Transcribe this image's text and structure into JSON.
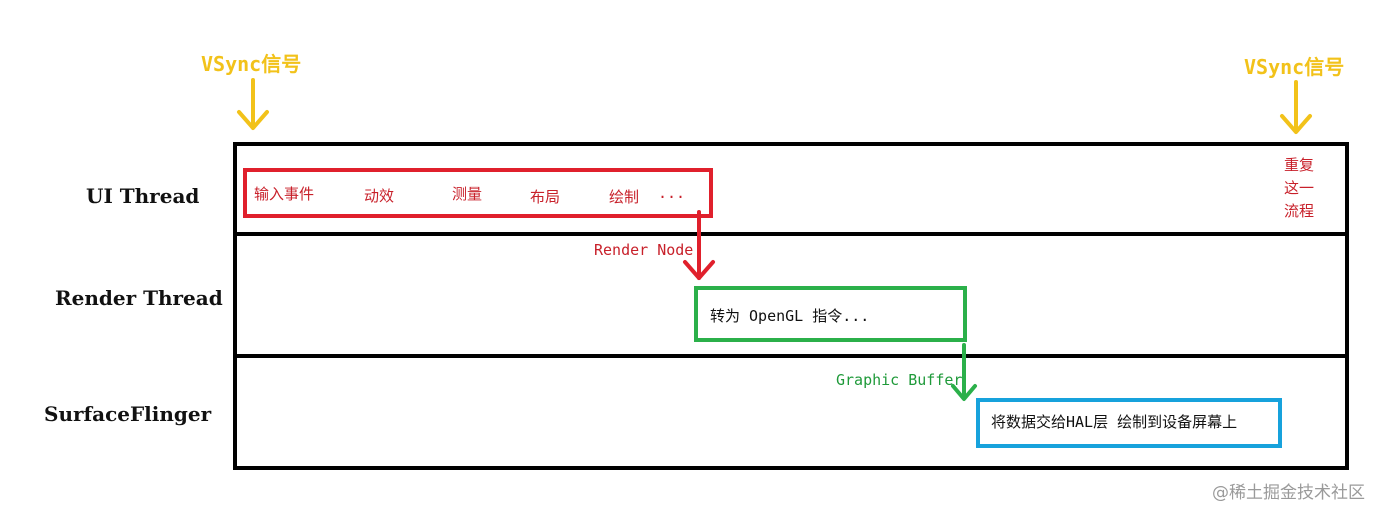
{
  "vsync": {
    "left_label": "VSync信号",
    "right_label": "VSync信号"
  },
  "lanes": {
    "ui": "UI Thread",
    "render": "Render Thread",
    "surface": "SurfaceFlinger"
  },
  "ui_steps": [
    "输入事件",
    "动效",
    "测量",
    "布局",
    "绘制",
    "..."
  ],
  "repeat_note": [
    "重复",
    "这一",
    "流程"
  ],
  "arrow_labels": {
    "render_node": "Render Node",
    "graphic_buffer": "Graphic Buffer"
  },
  "render_box": {
    "text": "转为 OpenGL 指令..."
  },
  "surface_box": {
    "text": "将数据交给HAL层 绘制到设备屏幕上"
  },
  "watermark": "@稀土掘金技术社区",
  "colors": {
    "vsync": "#f2c21a",
    "red": "#e0202c",
    "green": "#2bb04a",
    "blue": "#17a2dc"
  }
}
